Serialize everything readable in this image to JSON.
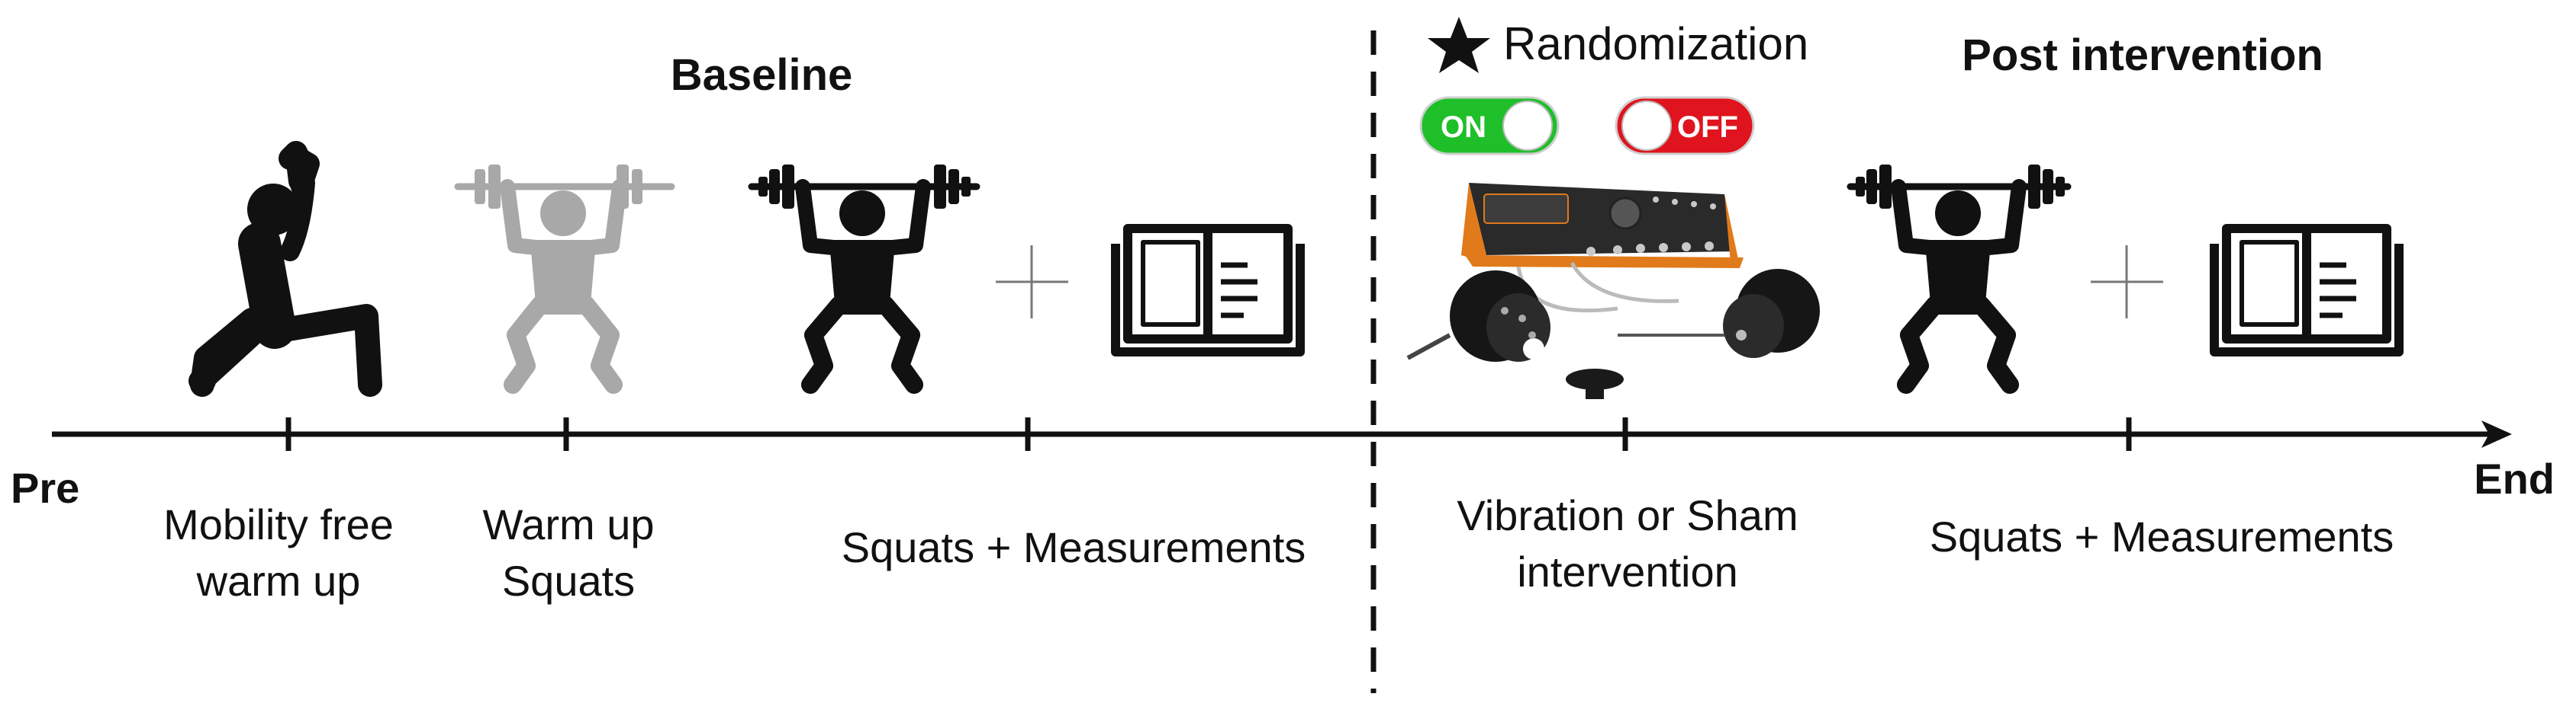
{
  "headers": {
    "baseline": "Baseline",
    "post": "Post intervention",
    "randomization": "Randomization"
  },
  "toggles": {
    "on": "ON",
    "off": "OFF"
  },
  "timeline": {
    "start": "Pre",
    "end": "End"
  },
  "steps": [
    {
      "line1": "Mobility free",
      "line2": "warm up"
    },
    {
      "line1": "Warm up",
      "line2": "Squats"
    },
    {
      "line1": "Squats + Measurements",
      "line2": ""
    },
    {
      "line1": "Vibration or Sham",
      "line2": "intervention"
    },
    {
      "line1": "Squats + Measurements",
      "line2": ""
    }
  ],
  "colors": {
    "ink": "#111111",
    "ghost": "#a8a8a8",
    "on_green": "#1fbf2a",
    "off_red": "#e0141e",
    "device_orange": "#e07a1a"
  }
}
